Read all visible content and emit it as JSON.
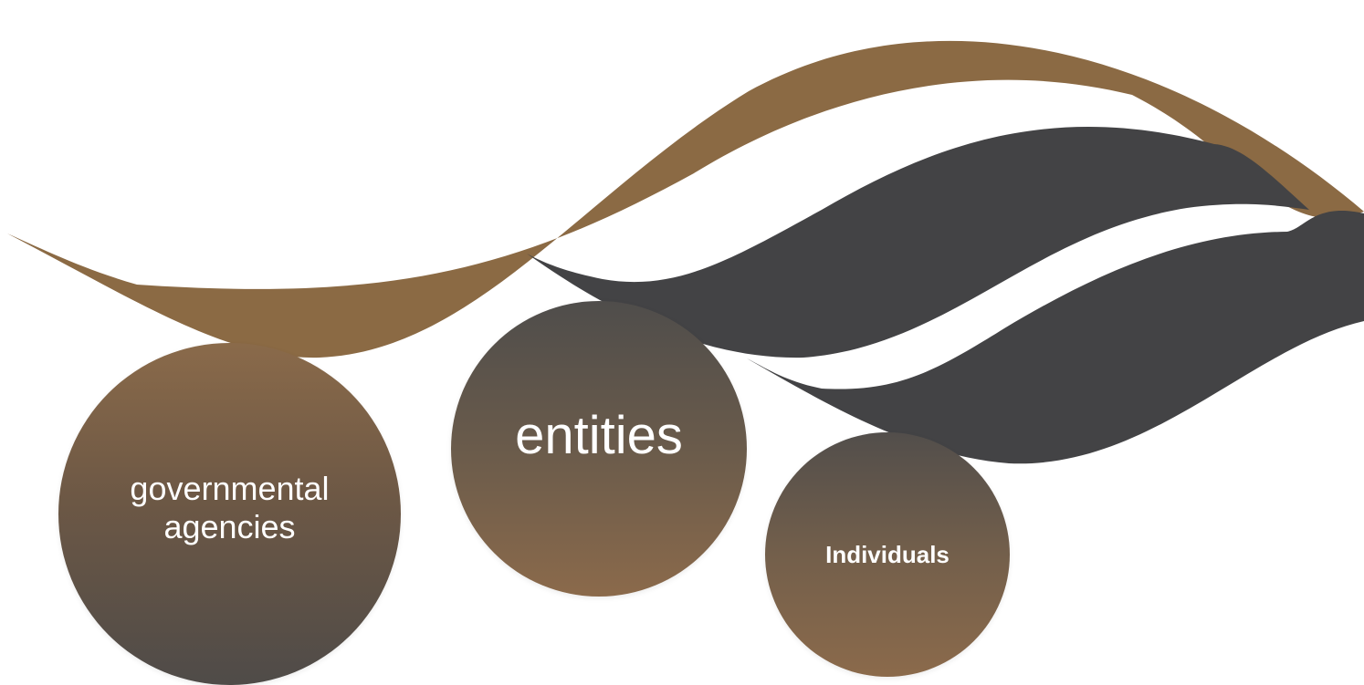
{
  "colors": {
    "brown_wave": "#8b6a44",
    "dark_wave": "#434345",
    "background": "#ffffff"
  },
  "nodes": [
    {
      "label": "governmental agencies"
    },
    {
      "label": "entities"
    },
    {
      "label": "Individuals"
    }
  ]
}
